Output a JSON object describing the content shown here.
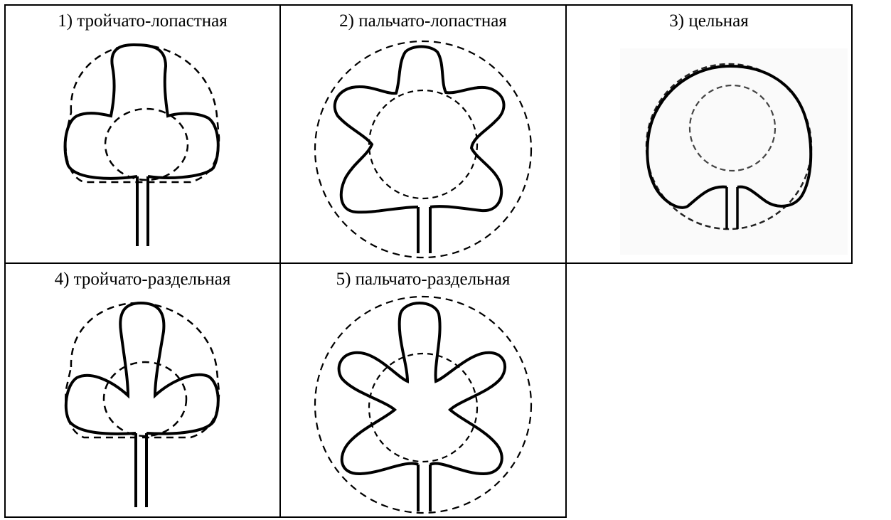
{
  "cells": [
    {
      "label": "1) тройчато-лопастная"
    },
    {
      "label": "2) пальчато-лопастная"
    },
    {
      "label": "3) цельная"
    },
    {
      "label": "4) тройчато-раздельная"
    },
    {
      "label": "5) пальчато-раздельная"
    }
  ]
}
